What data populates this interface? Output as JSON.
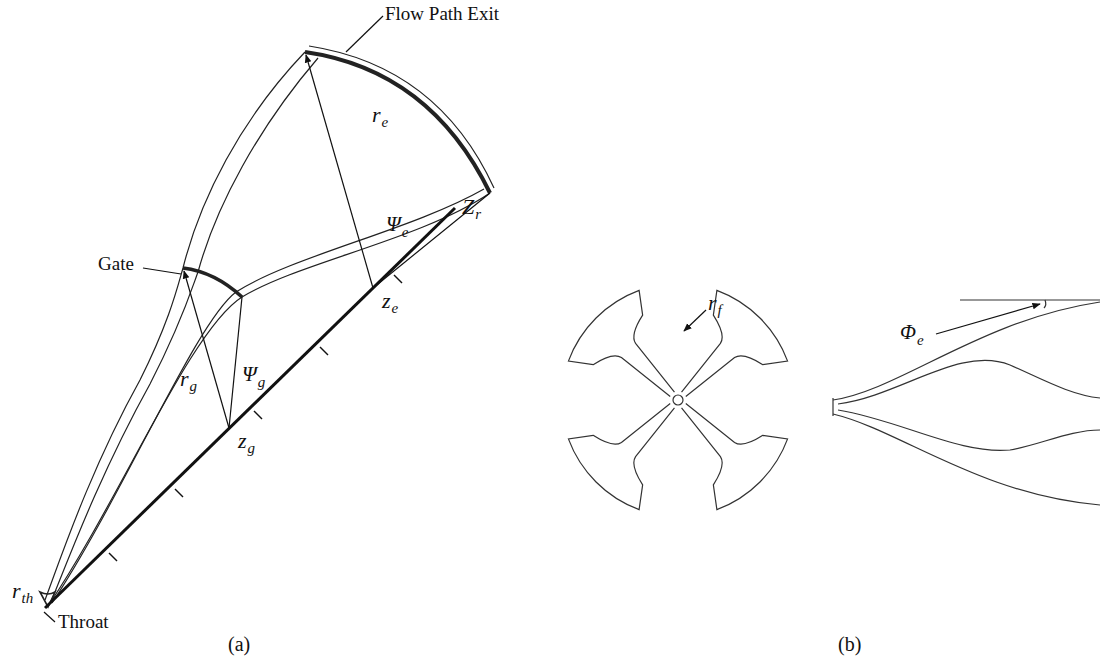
{
  "diagram": {
    "labels": [
      "Flow Path Exit",
      "r",
      "e",
      "Gate",
      "Z",
      "r",
      "Ψ",
      "e",
      "r",
      "g",
      "Ψ",
      "g",
      "z",
      "e",
      "z",
      "g",
      "r",
      "th",
      "Throat",
      "(a)",
      "r",
      "f",
      "Φ",
      "e",
      "(b)"
    ]
  }
}
